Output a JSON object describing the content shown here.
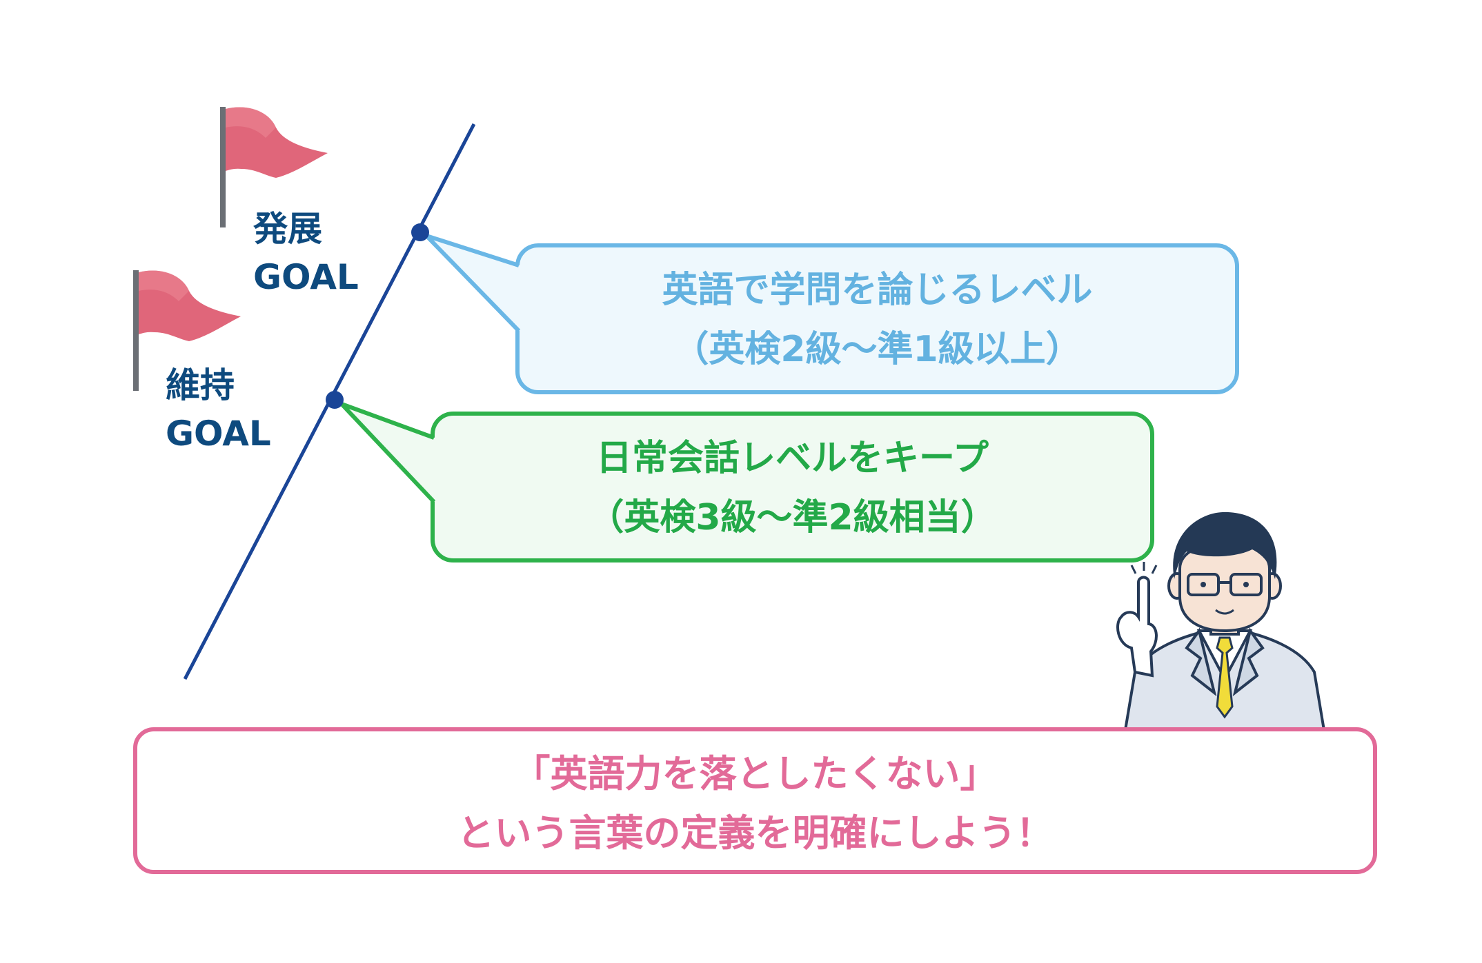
{
  "goals": {
    "development": {
      "line1": "発展",
      "line2": "GOAL"
    },
    "maintenance": {
      "line1": "維持",
      "line2": "GOAL"
    }
  },
  "bubbles": {
    "advanced": {
      "line1": "英語で学問を論じるレベル",
      "line2": "（英検2級～準1級以上）"
    },
    "basic": {
      "line1": "日常会話レベルをキープ",
      "line2": "（英検3級～準2級相当）"
    }
  },
  "message": {
    "line1": "「英語力を落としたくない」",
    "line2": "という言葉の定義を明確にしよう！"
  },
  "colors": {
    "goal_text": "#0e4a7e",
    "axis_line": "#1a4597",
    "flag": "#e0667a",
    "bubble_blue_border": "#6ab7e6",
    "bubble_blue_fill": "#eef8fd",
    "bubble_blue_text": "#63b2e0",
    "bubble_green_border": "#2eb24b",
    "bubble_green_fill": "#f0faf2",
    "bubble_green_text": "#23a948",
    "message_border": "#e26a98",
    "message_text": "#e26a98"
  },
  "icons": [
    "flag-icon",
    "teacher-illustration"
  ]
}
